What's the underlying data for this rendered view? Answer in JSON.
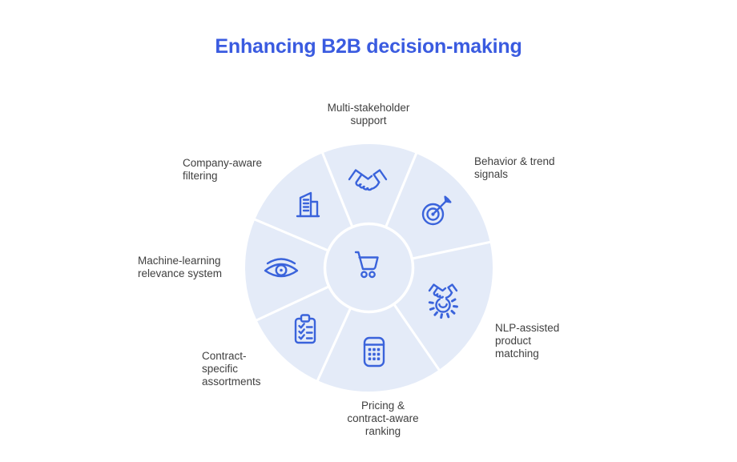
{
  "title": "Enhancing B2B decision-making",
  "colors": {
    "title_blue": "#3a5be0",
    "icon_blue": "#3a63db",
    "segment_fill": "#e4ebf8",
    "divider_white": "#ffffff",
    "label_gray": "#404040",
    "background": "#ffffff"
  },
  "diagram": {
    "type": "radial-segment-wheel",
    "center": {
      "icon": "shopping-cart-icon"
    },
    "segments": [
      {
        "id": "multi-stakeholder-support",
        "label": "Multi-stakeholder\nsupport",
        "icon": "handshake-icon",
        "start_angle": -112,
        "end_angle": -67.5
      },
      {
        "id": "behavior-trend-signals",
        "label": "Behavior & trend\nsignals",
        "icon": "target-icon",
        "start_angle": -67.5,
        "end_angle": -12
      },
      {
        "id": "nlp-assisted-product-matching",
        "label": "NLP-assisted\nproduct\nmatching",
        "icon": "handshake-gear-icon",
        "start_angle": -12,
        "end_angle": 55.5
      },
      {
        "id": "pricing-contract-aware-ranking",
        "label": "Pricing &\ncontract-aware\nranking",
        "icon": "calculator-icon",
        "start_angle": 55.5,
        "end_angle": 114.5
      },
      {
        "id": "contract-specific-assortments",
        "label": "Contract-\nspecific\nassortments",
        "icon": "clipboard-checklist-icon",
        "start_angle": 114.5,
        "end_angle": 155
      },
      {
        "id": "machine-learning-relevance-system",
        "label": "Machine-learning\nrelevance system",
        "icon": "eye-icon",
        "start_angle": 155,
        "end_angle": 203
      },
      {
        "id": "company-aware-filtering",
        "label": "Company-aware\nfiltering",
        "icon": "building-icon",
        "start_angle": 203,
        "end_angle": 248
      }
    ]
  }
}
